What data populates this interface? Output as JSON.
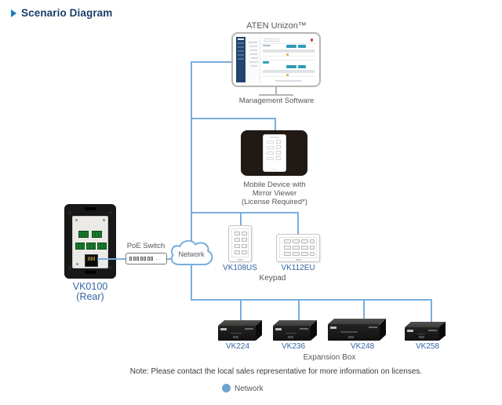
{
  "header": {
    "bullet_icon": "triangle-right-icon",
    "title": "Scenario Diagram"
  },
  "diagram": {
    "unizon": {
      "title": "ATEN Unizon™",
      "caption": "Management Software"
    },
    "mobile": {
      "caption1": "Mobile Device with",
      "caption2": "Mirror Viewer",
      "caption3": "(License Required*)"
    },
    "vk0100": {
      "model": "VK0100",
      "view": "(Rear)"
    },
    "poe_switch": {
      "label": "PoE Switch"
    },
    "cloud": {
      "label": "Network",
      "icon": "network-cloud-icon"
    },
    "keypads": {
      "items": [
        {
          "model": "VK108US"
        },
        {
          "model": "VK112EU"
        }
      ],
      "caption": "Keypad"
    },
    "expansion": {
      "items": [
        {
          "model": "VK224"
        },
        {
          "model": "VK236"
        },
        {
          "model": "VK248"
        },
        {
          "model": "VK258"
        }
      ],
      "caption": "Expansion Box"
    }
  },
  "footer": {
    "note": "Note: Please contact the local sales representative for more information on licenses.",
    "legend": {
      "label": "Network",
      "dot_color": "#6fa3d2"
    }
  },
  "colors": {
    "connector": "#79aede",
    "model_label": "#3465a4",
    "caption_gray": "#55565a",
    "title_navy": "#1c3e6b"
  }
}
